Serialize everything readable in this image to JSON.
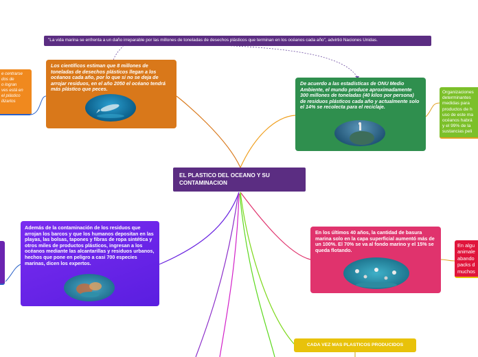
{
  "top_quote": "\"La vida marina se enfrenta a un daño irreparable por las millones de toneladas de desechos plásticos que terminan en los océanos cada año\", advirtió Naciones Unidas.",
  "central": "EL PLASTICO DEL OCEANO Y SU CONTAMINACION",
  "scientists": "Los científicos estiman que 8 millones de toneladas de desechos plásticos llegan a los océanos cada año, por lo que si no se deja de arrojar residuos, en el año 2050 el océano tendrá más plástico que peces.",
  "left_partial": "e centrarse\ndos de\no logran\nves está en\nel plástico\nilizarlos",
  "statistics": "De acuerdo a las estadísticas de ONU Medio Ambiente, el mundo produce aproximadamente 300 millones de toneladas (40 kilos por persona) de residuos plásticos cada año y actualmente solo el 14% se recolecta para el reciclaje.",
  "organizations_partial": "Organizaciones\ndeterminantes\nmedidas para\nproductos de h\nuso de este ma\nocéanos habrá\ny el 99% de la\nsustancias peli",
  "contamination": "Además de la contaminación de los residuos que arrojan los barcos y que los humanos depositan en las playas, las bolsas, tapones y fibras de ropa sintética y otros miles de productos plásticos, ingresan a los océanos mediante las alcantarillas y residuos urbanos, hechos que pone en peligro a casi 700 especies marinas, dicen los expertos.",
  "forty_years": "En los últimos 40 años, la cantidad de basura marina solo en la capa superficial aumentó más de un 100%. El 70% se va al fondo marino y el 15% se queda flotando.",
  "animals_partial": "En algu\nanimale\nabando\npacks d\nmuchos",
  "more_plastic": "CADA VEZ MAS PLASTICOS PRODUCIDOS",
  "colors": {
    "purple_dark": "#5b2d82",
    "orange": "#d9781a",
    "green": "#2f8f4e",
    "pink": "#e0336d",
    "violet": "#6a24e0",
    "lime": "#7cc02a",
    "red": "#e0153b",
    "yellow": "#e8c20a"
  },
  "icons": [
    "dolphin-image",
    "diver-image",
    "fish-school-image",
    "reef-image"
  ]
}
